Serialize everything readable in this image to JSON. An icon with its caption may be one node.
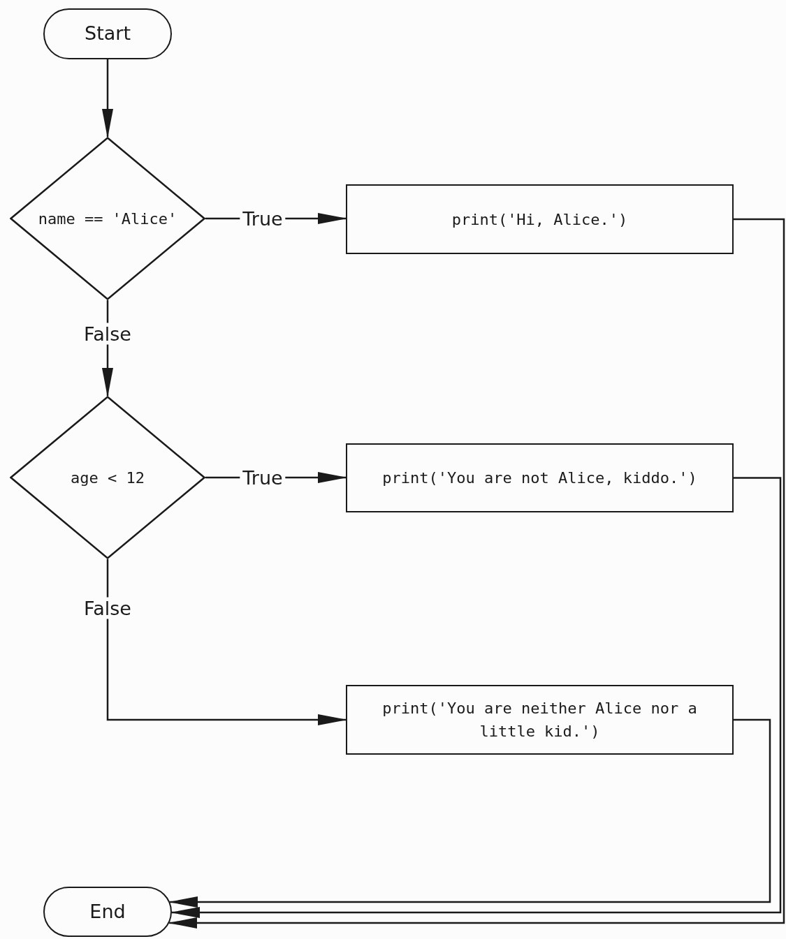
{
  "diagram": {
    "nodes": [
      {
        "text": [
          "Start"
        ]
      },
      {
        "text": [
          "name == 'Alice'"
        ]
      },
      {
        "text": [
          "print('Hi, Alice.')"
        ]
      },
      {
        "text": [
          "age < 12"
        ]
      },
      {
        "text": [
          "print('You are not Alice, kiddo.')"
        ]
      },
      {
        "text": [
          "print('You are neither Alice nor a little kid.')"
        ]
      },
      {
        "text": [
          "End"
        ]
      }
    ],
    "edges": [
      {
        "from": 0,
        "to": 1,
        "arrow": "to"
      },
      {
        "from": 1,
        "to": 2,
        "arrow": "to",
        "label": "True"
      },
      {
        "from": 1,
        "to": 3,
        "arrow": "to",
        "label": "False"
      },
      {
        "from": 3,
        "to": 4,
        "arrow": "to",
        "label": "True"
      },
      {
        "from": 3,
        "to": 5,
        "arrow": "to",
        "label": "False"
      },
      {
        "from": 2,
        "to": 6,
        "arrow": "to"
      },
      {
        "from": 4,
        "to": 6,
        "arrow": "to"
      },
      {
        "from": 5,
        "to": 6,
        "arrow": "to"
      }
    ]
  }
}
